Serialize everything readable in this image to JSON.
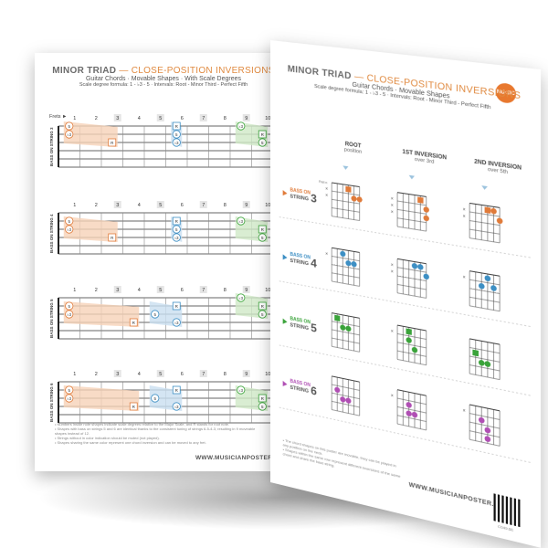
{
  "back_sheet": {
    "title_main": "MINOR TRIAD",
    "title_rest": " — CLOSE-POSITION INVERSIONS",
    "subtitle": "Guitar Chords · Movable Shapes · With Scale Degrees",
    "formula": "Scale degree formula: 1 - ♭3 - 5   ·   Intervals: Root - Minor Third - Perfect Fifth",
    "frets_label": "Frets ►",
    "fret_numbers": [
      "1",
      "2",
      "3",
      "4",
      "5",
      "6",
      "7",
      "8",
      "9",
      "10"
    ],
    "panel_labels": [
      "BASS ON STRING 3",
      "BASS ON STRING 4",
      "BASS ON STRING 5",
      "BASS ON STRING 6"
    ],
    "degree_labels": {
      "root": "R",
      "third": "♭3",
      "fifth": "5"
    },
    "url": "WWW.MUSICIANPOSTER.COM",
    "notes": [
      "Numbers inside note shapes indicate scale degrees relative to the Major Scale, and R stands for root note.",
      "Shapes with bass on strings 5 and 6 are identical thanks to the consistent tuning of strings 6-5-4-3, resulting in 9 moveable shapes instead of 12.",
      "Strings without in color indication should be muted (not played).",
      "Shapes sharing the same color represent one chord inversion and can be moved to any fret."
    ]
  },
  "front_sheet": {
    "title_main": "MINOR TRIAD",
    "title_rest": " — CLOSE-POSITION INVERSIONS",
    "subtitle": "Guitar Chords · Movable Shapes",
    "formula": "Scale degree formula: 1 - ♭3 - 5   ·   Intervals: Root - Minor Third - Perfect Fifth",
    "logo_text": "MU·SIC",
    "col_heads": [
      {
        "title": "ROOT",
        "sub": "position"
      },
      {
        "title": "1ST INVERSION",
        "sub": "over 3rd"
      },
      {
        "title": "2ND INVERSION",
        "sub": "over 5th"
      }
    ],
    "row_heads": [
      {
        "prefix": "BASS ON",
        "string": "STRING",
        "num": "3",
        "color": "#e07b3a"
      },
      {
        "prefix": "BASS ON",
        "string": "STRING",
        "num": "4",
        "color": "#3d8fc4"
      },
      {
        "prefix": "BASS ON",
        "string": "STRING",
        "num": "5",
        "color": "#3aa33a"
      },
      {
        "prefix": "BASS ON",
        "string": "STRING",
        "num": "6",
        "color": "#b04fb4"
      }
    ],
    "fret_marker": "Fret n",
    "url": "WWW.MUSICIANPOSTER.COM",
    "code": "C049.6E",
    "notes": [
      "The chord shapes on this poster are movable, they can be played in any position on the neck.",
      "Shapes within the same row represent different inversions of the same chord and share the bass string."
    ]
  },
  "colors": {
    "orange": "#e07b3a",
    "blue": "#3d8fc4",
    "green": "#3aa33a",
    "purple": "#b04fb4",
    "orange_band": "#f6d2b8",
    "blue_band": "#c9dff0",
    "green_band": "#cfe8c7"
  }
}
